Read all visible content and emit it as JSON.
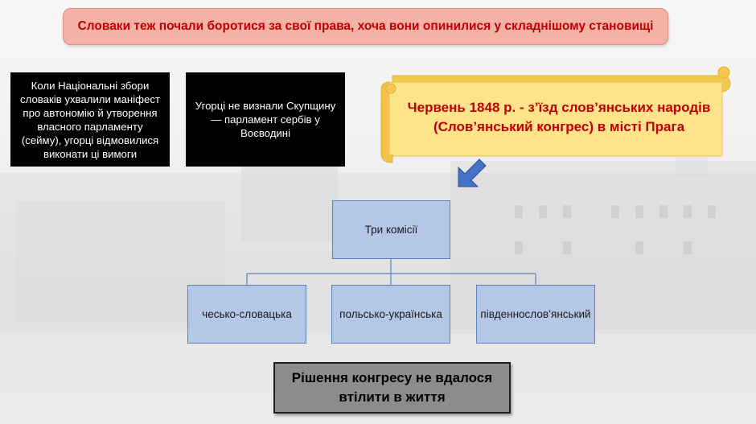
{
  "banner": {
    "text": "Словаки теж почали боротися за свої права, хоча вони опинилися у складнішому становищі"
  },
  "left_box": {
    "text": "Коли Національні збори словаків ухвалили маніфест про автономію й утворення власного парламенту (сейму), угорці відмовилися виконати ці вимоги"
  },
  "middle_box": {
    "text": "Угорці не визнали Скупщину — парламент сербів у Воєводині"
  },
  "scroll": {
    "text": "Червень 1848 р. - з’їзд слов’янських народів (Слов’янський конгрес) в місті Прага"
  },
  "diagram": {
    "root": "Три комісії",
    "children": [
      "чесько-словацька",
      "польсько-українська",
      "південнослов’янський"
    ]
  },
  "result": {
    "text": "Рішення конгресу не вдалося втілити в життя"
  },
  "colors": {
    "banner_fill": "#f4b1a6",
    "banner_text": "#c00000",
    "scroll_fill": "#ffe38a",
    "node_fill": "#b4c7e7",
    "node_border": "#5b82be",
    "arrow": "#4472c4",
    "result_fill": "#8c8c8c"
  },
  "icons": {
    "arrow": "arrow-down-left-icon",
    "scroll": "scroll-shape"
  }
}
